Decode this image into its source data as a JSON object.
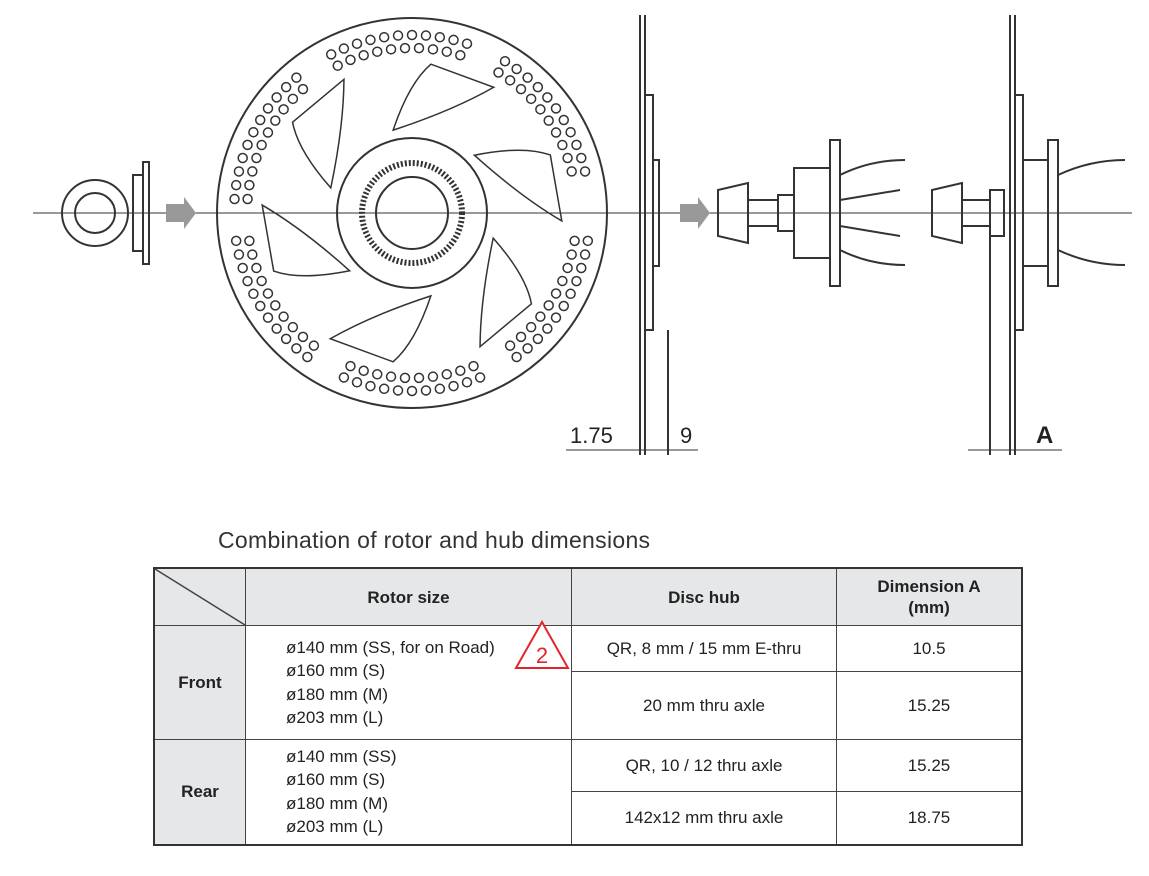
{
  "diagram": {
    "dimensions": {
      "rotor_thickness": "1.75",
      "hub_offset": "9",
      "dimension_a": "A"
    },
    "warning_number": "2"
  },
  "table": {
    "title": "Combination of rotor and hub dimensions",
    "headers": {
      "rotor_size": "Rotor size",
      "disc_hub": "Disc hub",
      "dimension_a_line1": "Dimension A",
      "dimension_a_line2": "(mm)"
    },
    "groups": [
      {
        "label": "Front",
        "sizes": [
          "ø140 mm (SS, for on Road)",
          "ø160 mm (S)",
          "ø180 mm (M)",
          "ø203 mm (L)"
        ],
        "rows": [
          {
            "hub": "QR, 8 mm / 15 mm E-thru",
            "dim": "10.5"
          },
          {
            "hub": "20 mm thru axle",
            "dim": "15.25"
          }
        ]
      },
      {
        "label": "Rear",
        "sizes": [
          "ø140 mm (SS)",
          "ø160 mm (S)",
          "ø180 mm (M)",
          "ø203 mm (L)"
        ],
        "rows": [
          {
            "hub": "QR, 10 / 12 thru axle",
            "dim": "15.25"
          },
          {
            "hub": "142x12 mm thru axle",
            "dim": "18.75"
          }
        ]
      }
    ]
  }
}
